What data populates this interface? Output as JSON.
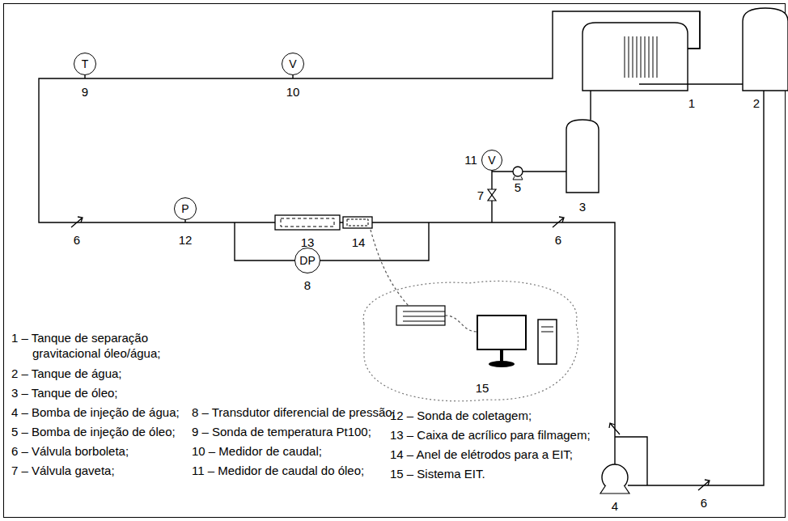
{
  "diagram": {
    "nodes": [
      {
        "text": [
          "T"
        ]
      },
      {
        "text": [
          "V"
        ]
      },
      {
        "text": [
          "V"
        ]
      },
      {
        "text": [
          "P"
        ]
      },
      {
        "text": [
          "DP"
        ]
      }
    ],
    "labels": [
      "9",
      "10",
      "1",
      "2",
      "11",
      "5",
      "3",
      "7",
      "12",
      "6",
      "6",
      "13",
      "14",
      "8",
      "15",
      "6",
      "4",
      "1 – Tanque de separação gravitacional óleo/água;",
      "2 – Tanque de água;",
      "3 – Tanque de óleo;",
      "4 – Bomba de injeção de água;",
      "5 – Bomba de injeção de óleo;",
      "6 – Válvula borboleta;",
      "7 – Válvula gaveta;",
      "8 – Transdutor diferencial de pressão;",
      "9 – Sonda de temperatura Pt100;",
      "10 – Medidor de caudal;",
      "11 – Medidor de caudal do óleo;",
      "12 – Sonda de coletagem;",
      "13 – Caixa de acrílico para filmagem;",
      "14 – Anel de elétrodos para a EIT;",
      "15 – Sistema EIT."
    ]
  }
}
